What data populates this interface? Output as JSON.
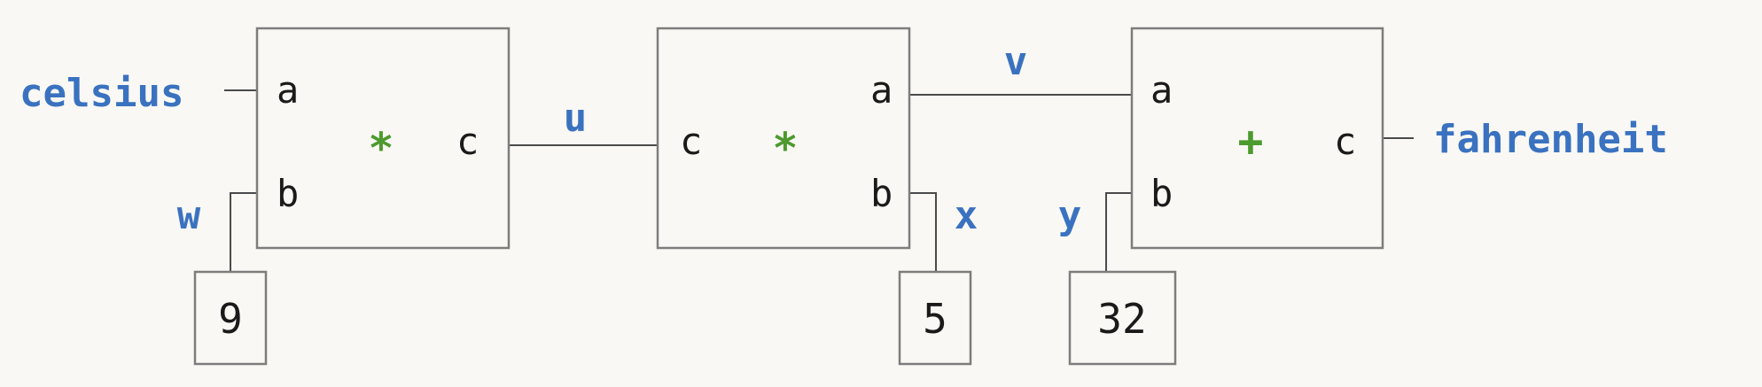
{
  "colors": {
    "connector": "#3a72c0",
    "operator": "#4d9a2f",
    "text": "#1a1a1a",
    "box_border": "#7d7d7d",
    "background": "#f9f8f4"
  },
  "constraints": [
    {
      "operator": "*",
      "ports": {
        "a": "a",
        "b": "b",
        "c": "c"
      }
    },
    {
      "operator": "*",
      "ports": {
        "a": "a",
        "b": "b",
        "c": "c"
      }
    },
    {
      "operator": "+",
      "ports": {
        "a": "a",
        "b": "b",
        "c": "c"
      }
    }
  ],
  "constants": [
    "9",
    "5",
    "32"
  ],
  "connectors": {
    "celsius": "celsius",
    "fahrenheit": "fahrenheit",
    "u": "u",
    "v": "v",
    "w": "w",
    "x": "x",
    "y": "y"
  }
}
